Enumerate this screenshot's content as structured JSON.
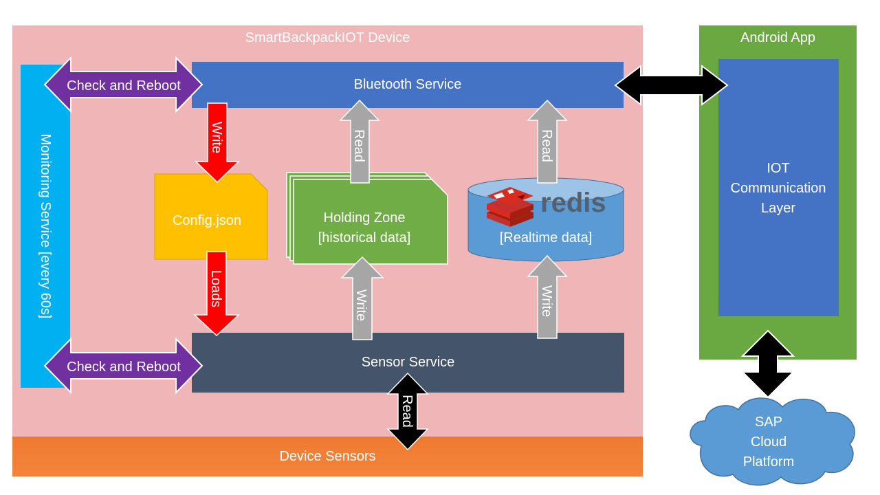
{
  "device": {
    "title": "SmartBackpackIOT Device",
    "sensors_label": "Device Sensors"
  },
  "monitoring": {
    "label": "Monitoring Service [every 60s]"
  },
  "bluetooth": {
    "label": "Bluetooth Service"
  },
  "sensor_service": {
    "label": "Sensor Service"
  },
  "config": {
    "label": "Config.json"
  },
  "holding": {
    "line1": "Holding Zone",
    "line2": "[historical data]"
  },
  "redis": {
    "logo_text": "redis",
    "label": "[Realtime data]"
  },
  "android": {
    "title": "Android App",
    "iot_line1": "IOT",
    "iot_line2": "Communication",
    "iot_line3": "Layer"
  },
  "cloud": {
    "line1": "SAP",
    "line2": "Cloud",
    "line3": "Platform"
  },
  "arrows": {
    "check_top": "Check and Reboot",
    "check_bottom": "Check and Reboot",
    "write_config": "Write",
    "loads": "Loads",
    "read_holding": "Read",
    "write_holding": "Write",
    "read_redis": "Read",
    "write_redis": "Write",
    "read_sensors": "Read"
  },
  "colors": {
    "device_bg": "#f0b5b6",
    "bluetooth": "#4472c4",
    "sensor_service": "#44546a",
    "monitoring": "#00b0f0",
    "config": "#ffc000",
    "holding": "#70ad47",
    "redis_cylinder": "#5b9bd5",
    "android": "#6aa842",
    "sensors": "#ed7d31",
    "check_arrow": "#7030a0",
    "write_arrow": "#ff0000",
    "data_arrow": "#a6a6a6"
  }
}
